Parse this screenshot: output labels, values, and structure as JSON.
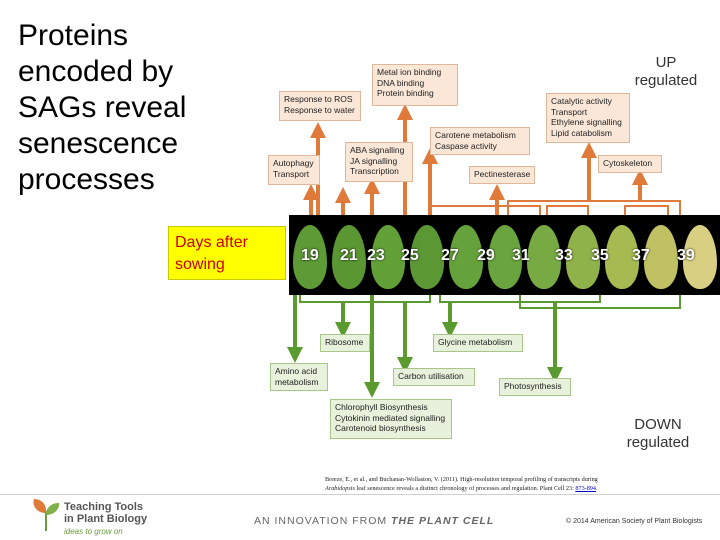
{
  "title": "Proteins encoded by SAGs reveal senescence processes",
  "days_label": "Days after sowing",
  "days": [
    "19",
    "21",
    "23",
    "25",
    "27",
    "29",
    "31",
    "33",
    "35",
    "37",
    "39"
  ],
  "up_regulated": {
    "label_line1": "UP",
    "label_line2": "regulated",
    "boxes": [
      {
        "lines": [
          "Response to ROS",
          "Response to water"
        ]
      },
      {
        "lines": [
          "Metal ion binding",
          "DNA binding",
          "Protein binding"
        ]
      },
      {
        "lines": [
          "Autophagy",
          "Transport"
        ]
      },
      {
        "lines": [
          "ABA signalling",
          "JA signalling",
          "Transcription"
        ]
      },
      {
        "lines": [
          "Carotene metabolism",
          "Caspase activity"
        ]
      },
      {
        "lines": [
          "Pectinesterase"
        ]
      },
      {
        "lines": [
          "Catalytic activity",
          "Transport",
          "Ethylene signalling",
          "Lipid catabolism"
        ]
      },
      {
        "lines": [
          "Cytoskeleton"
        ]
      }
    ]
  },
  "down_regulated": {
    "label_line1": "DOWN",
    "label_line2": "regulated",
    "boxes": [
      {
        "lines": [
          "Ribosome"
        ]
      },
      {
        "lines": [
          "Glycine metabolism"
        ]
      },
      {
        "lines": [
          "Amino acid",
          "metabolism"
        ]
      },
      {
        "lines": [
          "Carbon utilisation"
        ]
      },
      {
        "lines": [
          "Photosynthesis"
        ]
      },
      {
        "lines": [
          "Chlorophyll Biosynthesis",
          "Cytokinin mediated signalling",
          "Carotenoid biosynthesis"
        ]
      }
    ]
  },
  "citation": {
    "text": "Breeze, E., et al., and Buchanan-Wollaston, V. (2011). High-resolution temporal profiling of transcripts during",
    "text2_italic": "Arabidopsis",
    "text2_rest": " leaf senescence reveals a distinct chronology of processes and regulation. Plant Cell 23: ",
    "link": "873-894",
    "end": "."
  },
  "footer": {
    "logo_line1": "Teaching Tools",
    "logo_line2": "in Plant Biology",
    "logo_tagline": "ideas to grow on",
    "innovation_prefix": "AN INNOVATION FROM ",
    "innovation_brand": "THE PLANT CELL",
    "copyright": "© 2014 American Society of Plant Biologists"
  },
  "colors": {
    "up_arrow": "#e07a3a",
    "down_arrow": "#5a9a2e",
    "up_box": "#fbe7d8",
    "down_box": "#e8f1dc",
    "days_box": "#ffff00",
    "days_text": "#cc0000"
  },
  "leaf_colors": [
    "#5e9a36",
    "#5a9632",
    "#62a038",
    "#5b9834",
    "#66a23c",
    "#6aa43e",
    "#78aa44",
    "#8fb24a",
    "#a6ba52",
    "#c0c162",
    "#d8cf82"
  ]
}
